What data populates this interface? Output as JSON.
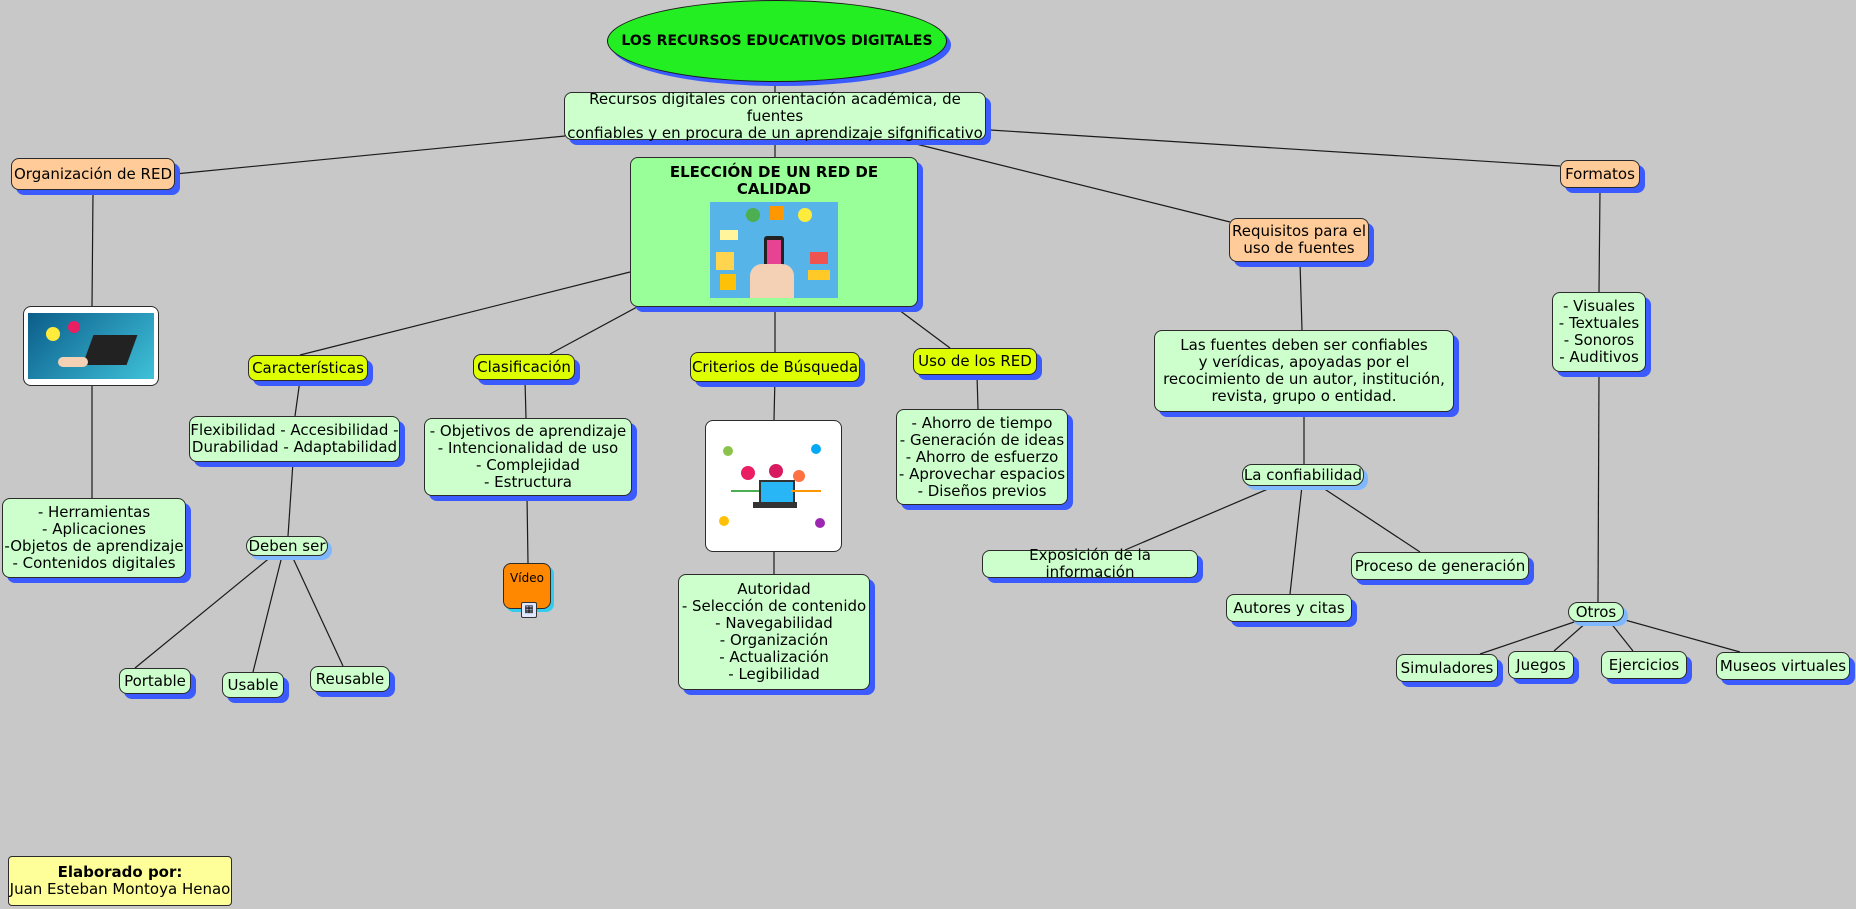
{
  "title": "LOS RECURSOS EDUCATIVOS DIGITALES",
  "definition": "Recursos digitales con orientación académica, de fuentes\nconfiables y en procura de un aprendizaje sifgnificativo",
  "center": {
    "label": "ELECCIÓN DE UN RED DE CALIDAD"
  },
  "organizacion": {
    "label": "Organización de RED",
    "items": "- Herramientas\n- Aplicaciones\n-Objetos de aprendizaje\n- Contenidos digitales"
  },
  "caracteristicas": {
    "label": "Características",
    "items": "Flexibilidad - Accesibilidad -\nDurabilidad - Adaptabilidad",
    "deben_ser": "Deben ser",
    "portable": "Portable",
    "usable": "Usable",
    "reusable": "Reusable"
  },
  "clasificacion": {
    "label": "Clasificación",
    "items": "- Objetivos de aprendizaje\n- Intencionalidad de uso\n- Complejidad\n- Estructura",
    "video": "Vídeo"
  },
  "criterios": {
    "label": "Criterios de Búsqueda",
    "items": "Autoridad\n- Selección de contenido\n- Navegabilidad\n- Organización\n- Actualización\n- Legibilidad"
  },
  "uso": {
    "label": "Uso de los RED",
    "items": "- Ahorro de tiempo\n- Generación de ideas\n- Ahorro de esfuerzo\n- Aprovechar espacios\n- Diseños previos"
  },
  "requisitos": {
    "label": "Requisitos para el\nuso de fuentes",
    "items": "Las fuentes deben ser confiables\ny verídicas, apoyadas por el\nrecocimiento de un autor, institución,\nrevista, grupo o entidad.",
    "confiabilidad": "La confiabilidad",
    "exposicion": "Exposición de la información",
    "autores": "Autores y citas",
    "proceso": "Proceso de generación"
  },
  "formatos": {
    "label": "Formatos",
    "items": "- Visuales\n- Textuales\n- Sonoros\n- Auditivos",
    "otros": "Otros",
    "simuladores": "Simuladores",
    "juegos": "Juegos",
    "ejercicios": "Ejercicios",
    "museos": "Museos virtuales"
  },
  "author": {
    "heading": "Elaborado por:",
    "name": "Juan Esteban Montoya Henao"
  },
  "colors": {
    "background": "#c8c8c8",
    "node_light": "#ccffcc",
    "node_lime": "#ddff00",
    "node_peach": "#ffcc99",
    "node_center": "#99ff99",
    "title": "#22ee22",
    "shadow": "#3b5bff"
  }
}
